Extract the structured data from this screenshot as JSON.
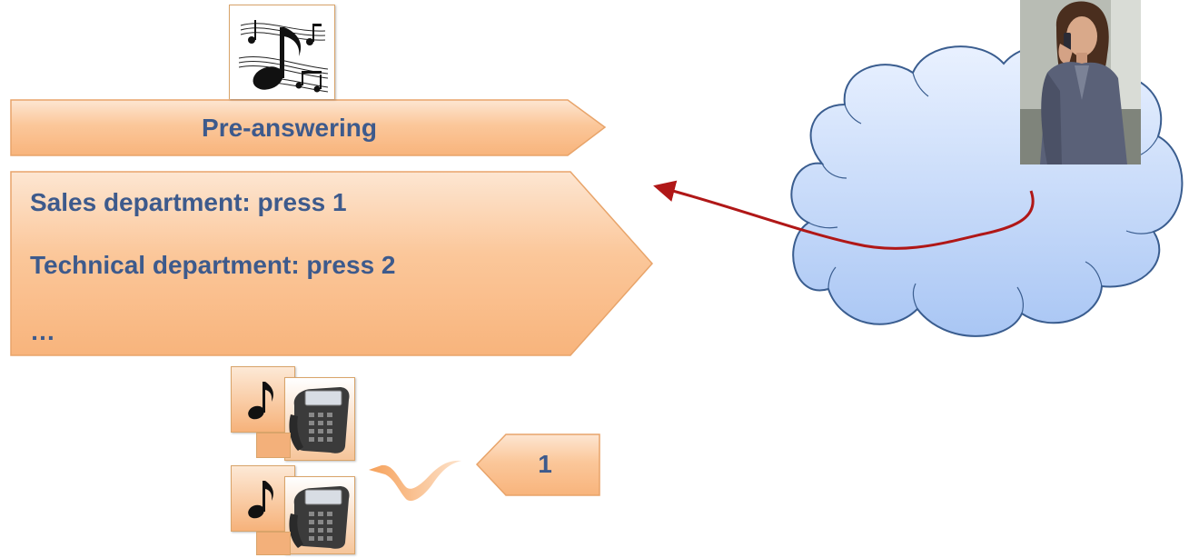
{
  "pre_answering": {
    "label": "Pre-answering"
  },
  "menu": {
    "line1": "Sales department: press 1",
    "line2": "Technical department: press 2",
    "line3": "…"
  },
  "key_press": {
    "label": "1"
  },
  "icons": {
    "music_sheet": "music-notes-icon",
    "note": "eighth-note-icon",
    "phone": "desk-phone-icon",
    "caller": "woman-on-phone-photo",
    "cloud": "cloud-network"
  },
  "colors": {
    "banner_fill": "#f9bf8f",
    "banner_border": "#e8a46a",
    "banner_text": "#3d5a8c",
    "cloud_fill": "#cfdffa",
    "cloud_border": "#3a5d8f",
    "arrow": "#b01717"
  }
}
